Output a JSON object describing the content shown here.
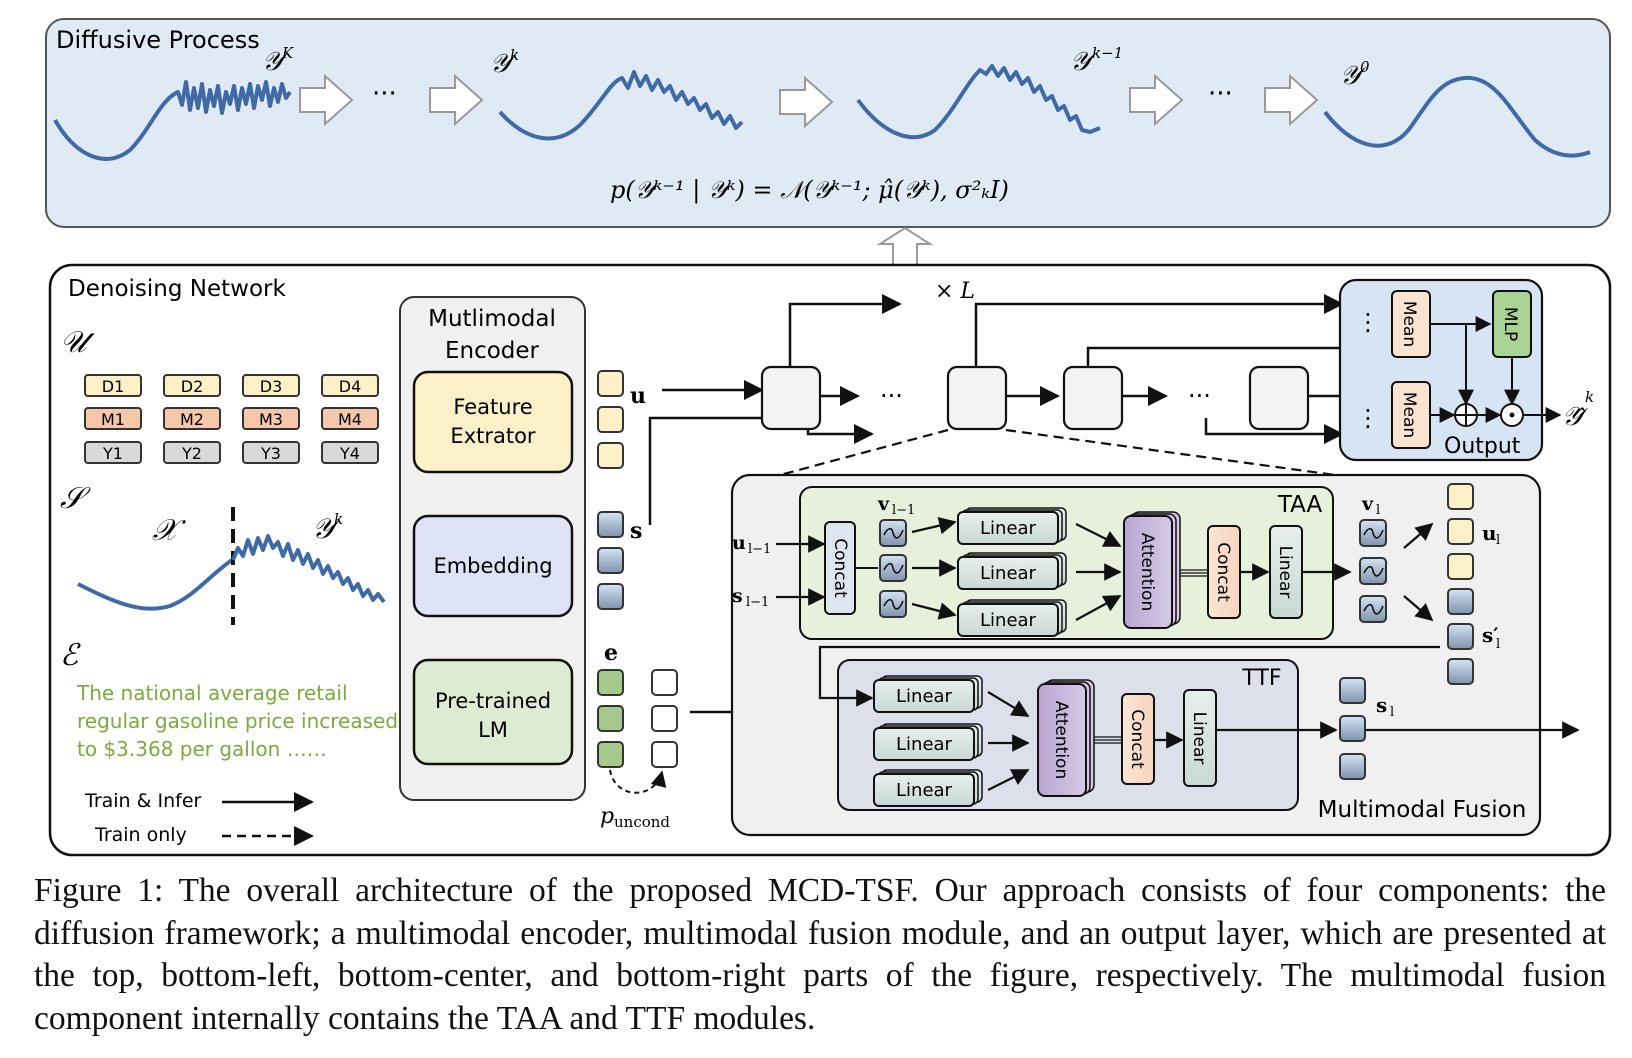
{
  "diffusive_process": {
    "title": "Diffusive Process",
    "labels": [
      "𝒴",
      "K",
      "𝒴",
      "k",
      "𝒴",
      "k−1",
      "𝒴",
      "0"
    ],
    "ellipsis": "···",
    "equation": "p(𝒴ᵏ⁻¹ | 𝒴ᵏ) = 𝒩(𝒴ᵏ⁻¹; μ̂(𝒴ᵏ), σ²ₖI)"
  },
  "denoising_network": {
    "title": "Denoising Network",
    "symbols": {
      "U": "𝒰",
      "S": "𝒮",
      "E": "ℰ",
      "X": "𝒳",
      "Yk": "𝒴",
      "k": "k"
    },
    "d_chips": [
      "D1",
      "D2",
      "D3",
      "D4"
    ],
    "m_chips": [
      "M1",
      "M2",
      "M3",
      "M4"
    ],
    "y_chips": [
      "Y1",
      "Y2",
      "Y3",
      "Y4"
    ],
    "text_sample": [
      "The national average retail",
      "regular gasoline price increased",
      "to $3.368 per gallon ……"
    ],
    "legend": {
      "solid": "Train & Infer",
      "dashed": "Train only"
    }
  },
  "encoder": {
    "title_line1": "Mutlimodal",
    "title_line2": "Encoder",
    "feature_line1": "Feature",
    "feature_line2": "Extrator",
    "embedding": "Embedding",
    "lm_line1": "Pre-trained",
    "lm_line2": "LM",
    "u": "u",
    "s": "s",
    "e": "e",
    "p_uncond": "p",
    "p_uncond_sub": "uncond"
  },
  "stack": {
    "times_L": "× L",
    "ellipsis": "···"
  },
  "output": {
    "mean": "Mean",
    "mlp": "MLP",
    "label": "Output",
    "y_hat": "𝒴̂",
    "k": "k",
    "dots": "⋮"
  },
  "fusion": {
    "title": "Multimodal Fusion",
    "taa": "TAA",
    "ttf": "TTF",
    "concat": "Concat",
    "linear": "Linear",
    "attention": "Attention",
    "u_prev": "u",
    "u_prev_sub": "l−1",
    "s_prev": "s",
    "s_prev_sub": "l−1",
    "v_prev": "v",
    "v_prev_sub": "l−1",
    "v_l": "v",
    "v_l_sub": "l",
    "u_l": "u",
    "u_l_sub": "l",
    "s_l_prime": "s′",
    "s_l_prime_sub": "l",
    "s_l": "s",
    "s_l_sub": "l"
  },
  "caption": "Figure 1: The overall architecture of the proposed MCD-TSF. Our approach consists of four components: the diffusion framework; a multimodal encoder, multimodal fusion module, and an output layer, which are presented at the top, bottom-left, bottom-center, and bottom-right parts of the figure, respectively. The multimodal fusion component internally contains the TAA and TTF modules.",
  "colors": {
    "top_panel": "#e0eaf5",
    "feature_extractor": "#fbf0c8",
    "embedding": "#dde3f4",
    "lm": "#dcebd2",
    "taa_panel": "#e6f0da",
    "ttf_panel": "#dde0ea",
    "fusion_panel": "#f0f0f0",
    "output_panel": "#d7e4f3",
    "attention": "#c4b2d8",
    "concat": "#fbe3d2",
    "linear": "#dfe9e6",
    "wave": "#3f6aa5",
    "text_green": "#7caa3c",
    "m_chip": "#f5c8ab",
    "d_chip": "#fdf0c6",
    "y_chip": "#d8d8d8"
  }
}
